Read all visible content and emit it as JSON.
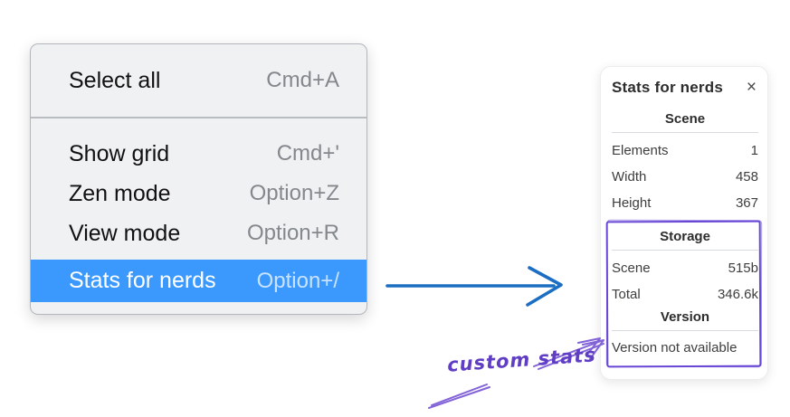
{
  "context_menu": {
    "items": [
      {
        "label": "Select all",
        "shortcut": "Cmd+A",
        "selected": false
      },
      {
        "label": "Show grid",
        "shortcut": "Cmd+'",
        "selected": false
      },
      {
        "label": "Zen mode",
        "shortcut": "Option+Z",
        "selected": false
      },
      {
        "label": "View mode",
        "shortcut": "Option+R",
        "selected": false
      },
      {
        "label": "Stats for nerds",
        "shortcut": "Option+/",
        "selected": true
      }
    ],
    "highlight_color": "#3b99fd"
  },
  "stats_panel": {
    "title": "Stats for nerds",
    "close_icon": "×",
    "scene_section": {
      "title": "Scene",
      "rows": [
        {
          "label": "Elements",
          "value": "1"
        },
        {
          "label": "Width",
          "value": "458"
        },
        {
          "label": "Height",
          "value": "367"
        }
      ]
    },
    "storage_section": {
      "title": "Storage",
      "rows": [
        {
          "label": "Scene",
          "value": "515b"
        },
        {
          "label": "Total",
          "value": "346.6k"
        }
      ]
    },
    "version_section": {
      "title": "Version",
      "note": "Version not available"
    }
  },
  "annotations": {
    "custom_stats_label": "custom stats",
    "annotation_color": "#6741d9",
    "flow_arrow_color": "#1b6ec2",
    "highlight_box_color": "#6847d6"
  }
}
